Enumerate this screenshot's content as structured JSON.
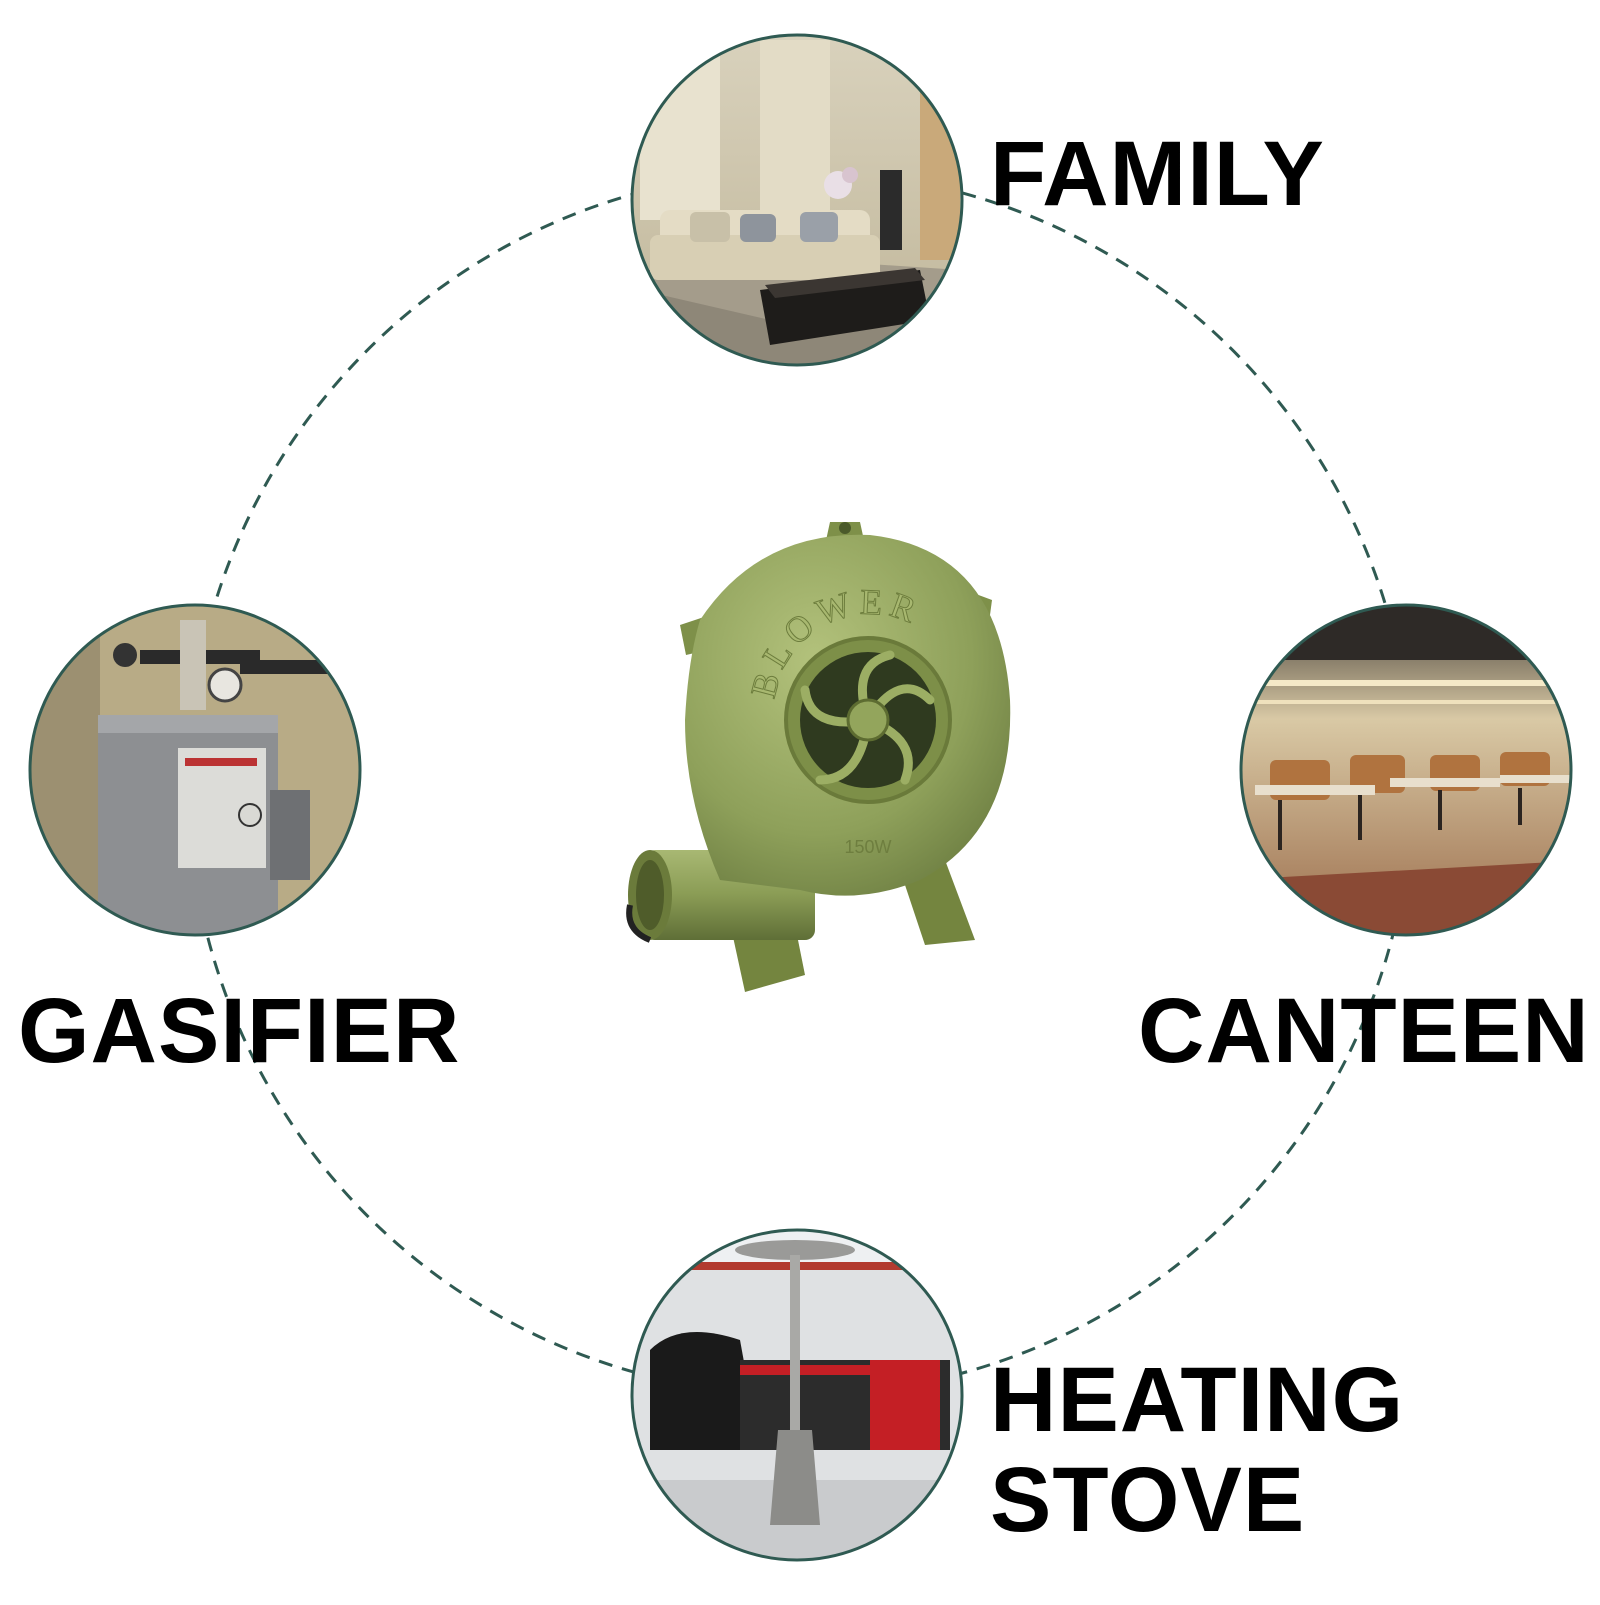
{
  "labels": {
    "family": "FAMILY",
    "gasifier": "GASIFIER",
    "canteen": "CANTEEN",
    "heating_line1": "HEATING",
    "heating_line2": "STOVE"
  },
  "product": {
    "housing_text": "BLOWER",
    "power_text": "150W"
  },
  "colors": {
    "ring": "#2f5a52",
    "blower_green": "#8ea05a",
    "text": "#000000"
  }
}
